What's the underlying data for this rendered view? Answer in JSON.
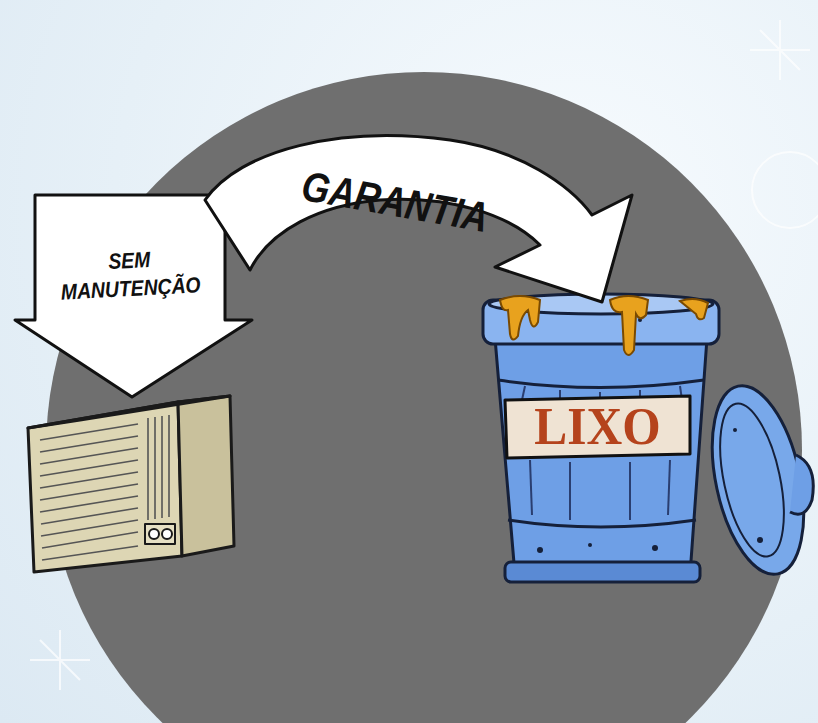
{
  "diagram": {
    "nodes": [
      {
        "text": [
          "SEM MANUTENÇÃO"
        ]
      },
      {
        "text": [
          "GARANTIA"
        ]
      },
      {
        "text": [
          "LIXO"
        ]
      }
    ]
  }
}
